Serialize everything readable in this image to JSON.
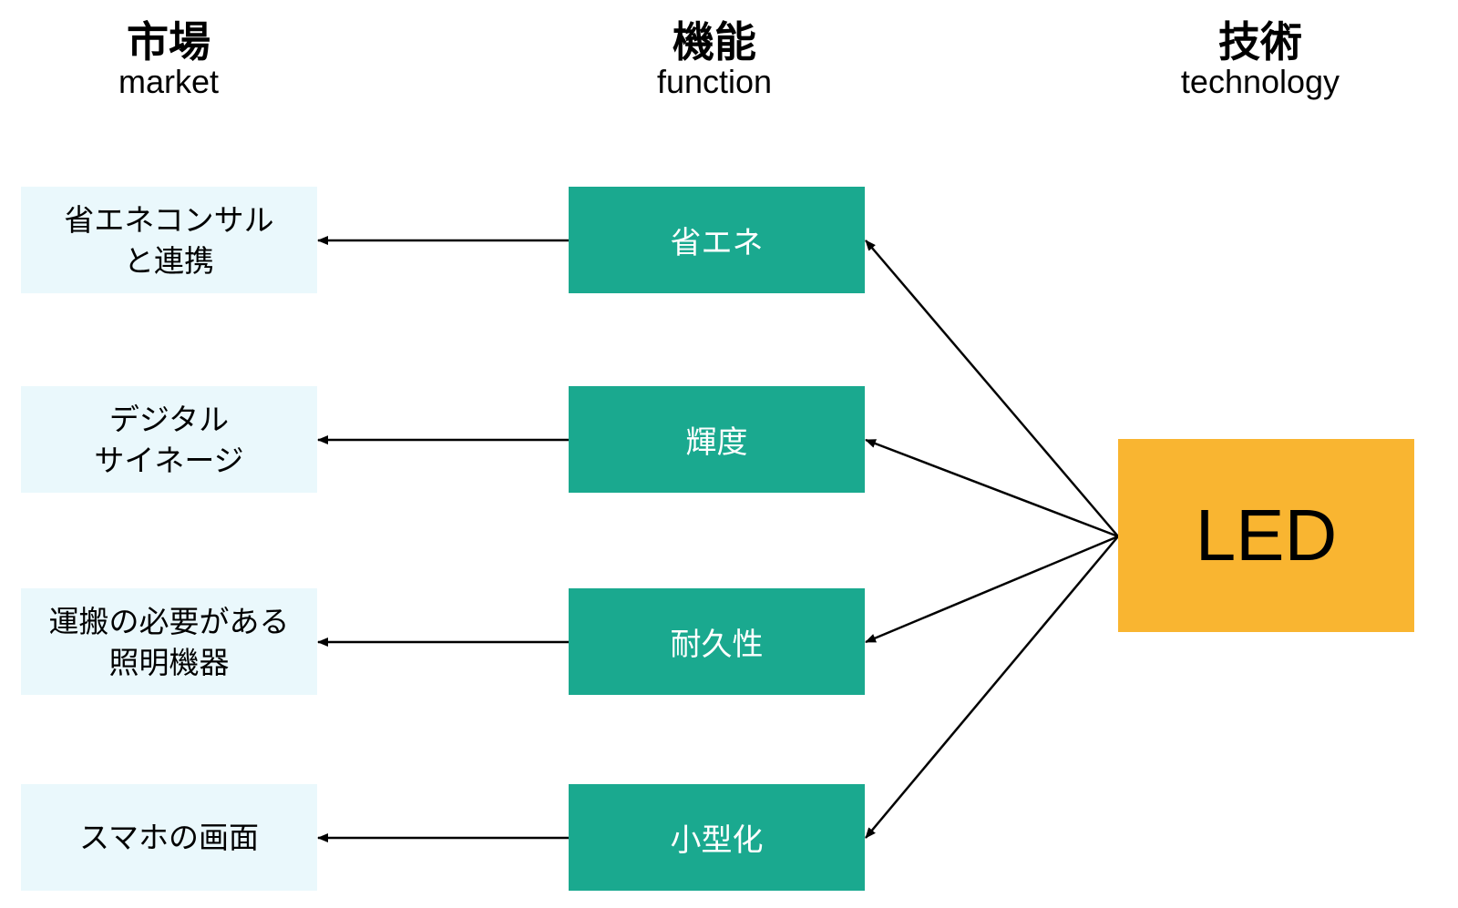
{
  "headers": {
    "market": {
      "jp": "市場",
      "en": "market"
    },
    "function": {
      "jp": "機能",
      "en": "function"
    },
    "technology": {
      "jp": "技術",
      "en": "technology"
    }
  },
  "markets": [
    {
      "label": "省エネコンサル\nと連携"
    },
    {
      "label": "デジタル\nサイネージ"
    },
    {
      "label": "運搬の必要がある\n照明機器"
    },
    {
      "label": "スマホの画面"
    }
  ],
  "functions": [
    {
      "label": "省エネ"
    },
    {
      "label": "輝度"
    },
    {
      "label": "耐久性"
    },
    {
      "label": "小型化"
    }
  ],
  "technology": {
    "label": "LED"
  },
  "colors": {
    "market_fill": "#eaf8fc",
    "function_fill": "#1aa98f",
    "technology_fill": "#f9b531",
    "arrow": "#000000"
  }
}
